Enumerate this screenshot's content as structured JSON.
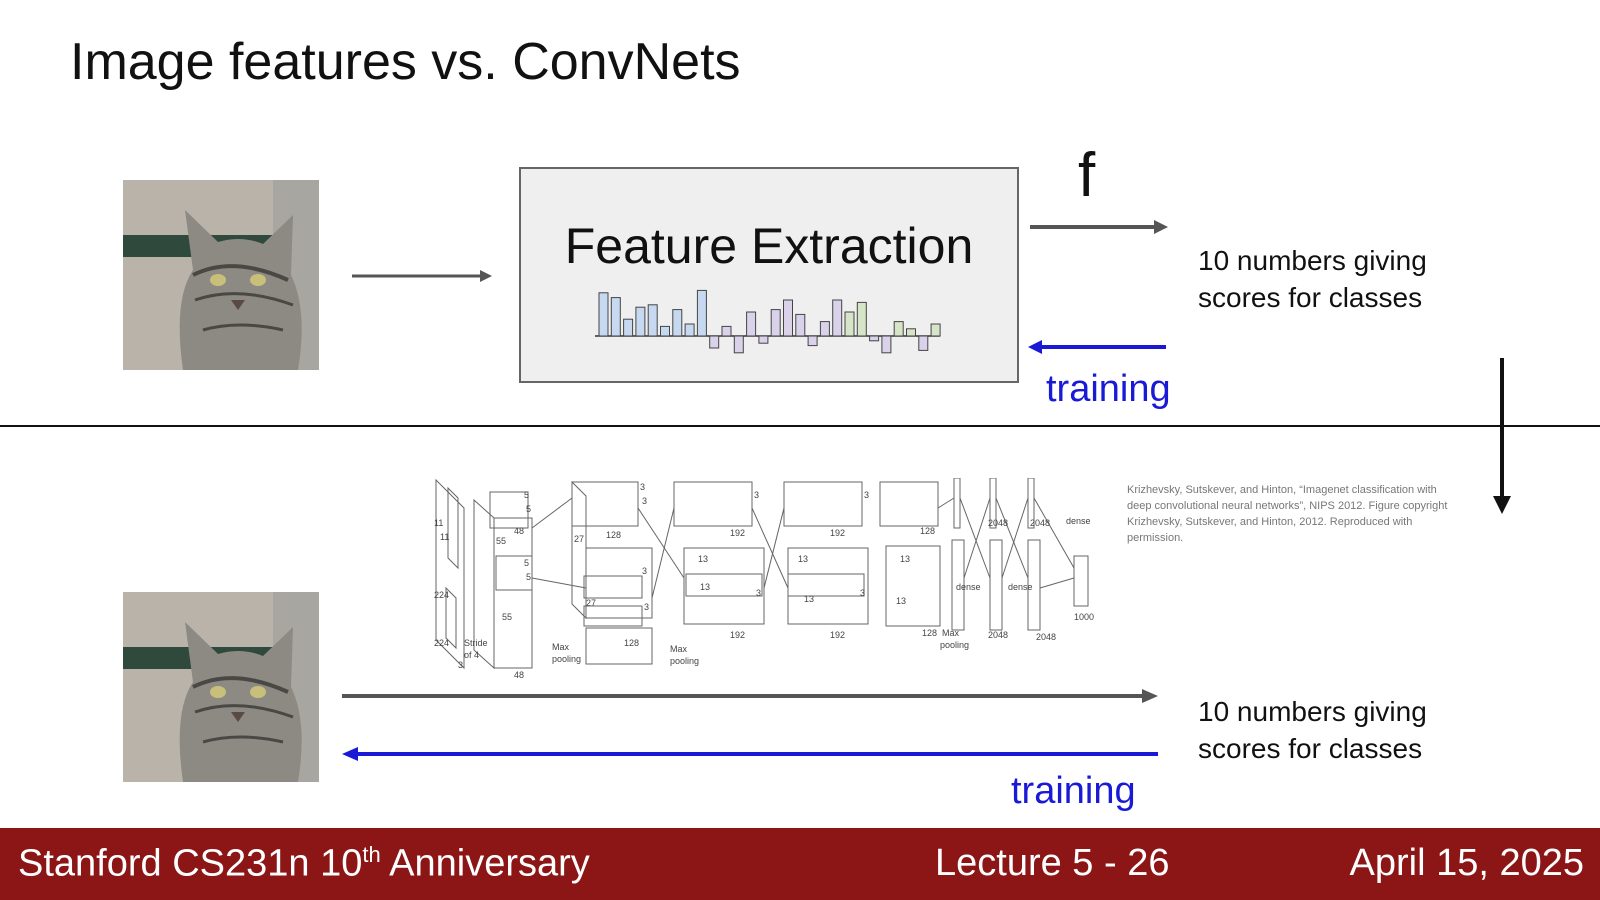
{
  "slide": {
    "title": "Image features vs. ConvNets"
  },
  "top": {
    "feature_box_label": "Feature Extraction",
    "f_label": "f",
    "scores_line1": "10 numbers giving",
    "scores_line2": "scores for classes",
    "training_label": "training"
  },
  "bottom": {
    "scores_line1": "10 numbers giving",
    "scores_line2": "scores for classes",
    "training_label": "training",
    "citation": "Krizhevsky, Sutskever, and Hinton, “Imagenet classification with deep convolutional neural networks”, NIPS 2012. Figure copyright Krizhevsky, Sutskever, and Hinton, 2012. Reproduced with permission.",
    "arch_labels": {
      "l11a": "11",
      "l11b": "11",
      "l224a": "224",
      "l224b": "224",
      "l3": "3",
      "l_stride": "Stride",
      "l_of4": "of 4",
      "l55a": "55",
      "l55b": "55",
      "l48a": "48",
      "l48b": "48",
      "l5a": "5",
      "l5b": "5",
      "l5c": "5",
      "l5d": "5",
      "l27a": "27",
      "l27b": "27",
      "l128a": "128",
      "l128b": "128",
      "l128c": "128",
      "l128d": "128",
      "l3a": "3",
      "l3b": "3",
      "l3c": "3",
      "l3d": "3",
      "l3e": "3",
      "l3f": "3",
      "l3g": "3",
      "l3h": "3",
      "l13a": "13",
      "l13b": "13",
      "l13c": "13",
      "l13d": "13",
      "l13e": "13",
      "l13f": "13",
      "l192a": "192",
      "l192b": "192",
      "l192c": "192",
      "l192d": "192",
      "lmax1": "Max",
      "lpool1": "pooling",
      "lmax2": "Max",
      "lpool2": "pooling",
      "lmax3": "Max",
      "lpool3": "pooling",
      "ldense1": "dense",
      "ldense2": "dense",
      "ldense3": "dense",
      "l2048a": "2048",
      "l2048b": "2048",
      "l2048c": "2048",
      "l2048d": "2048",
      "l1000": "1000"
    }
  },
  "footer": {
    "course": "Stanford CS231n 10",
    "course_sup": "th",
    "course_suffix": " Anniversary",
    "lecture_prefix": "Lecture 5 - ",
    "page_number": "26",
    "date": "April 15, 2025"
  },
  "histogram": {
    "values": [
      0.9,
      0.8,
      0.35,
      0.6,
      0.65,
      0.2,
      0.55,
      0.25,
      0.95,
      -0.25,
      0.2,
      -0.35,
      0.5,
      -0.15,
      0.55,
      0.75,
      0.45,
      -0.2,
      0.3,
      0.75,
      0.5,
      0.7,
      -0.1,
      -0.35,
      0.3,
      0.15,
      -0.3,
      0.25
    ]
  },
  "colors": {
    "accent_red": "#8c1515",
    "training_blue": "#1a1ad6",
    "arrow_gray": "#555555"
  }
}
